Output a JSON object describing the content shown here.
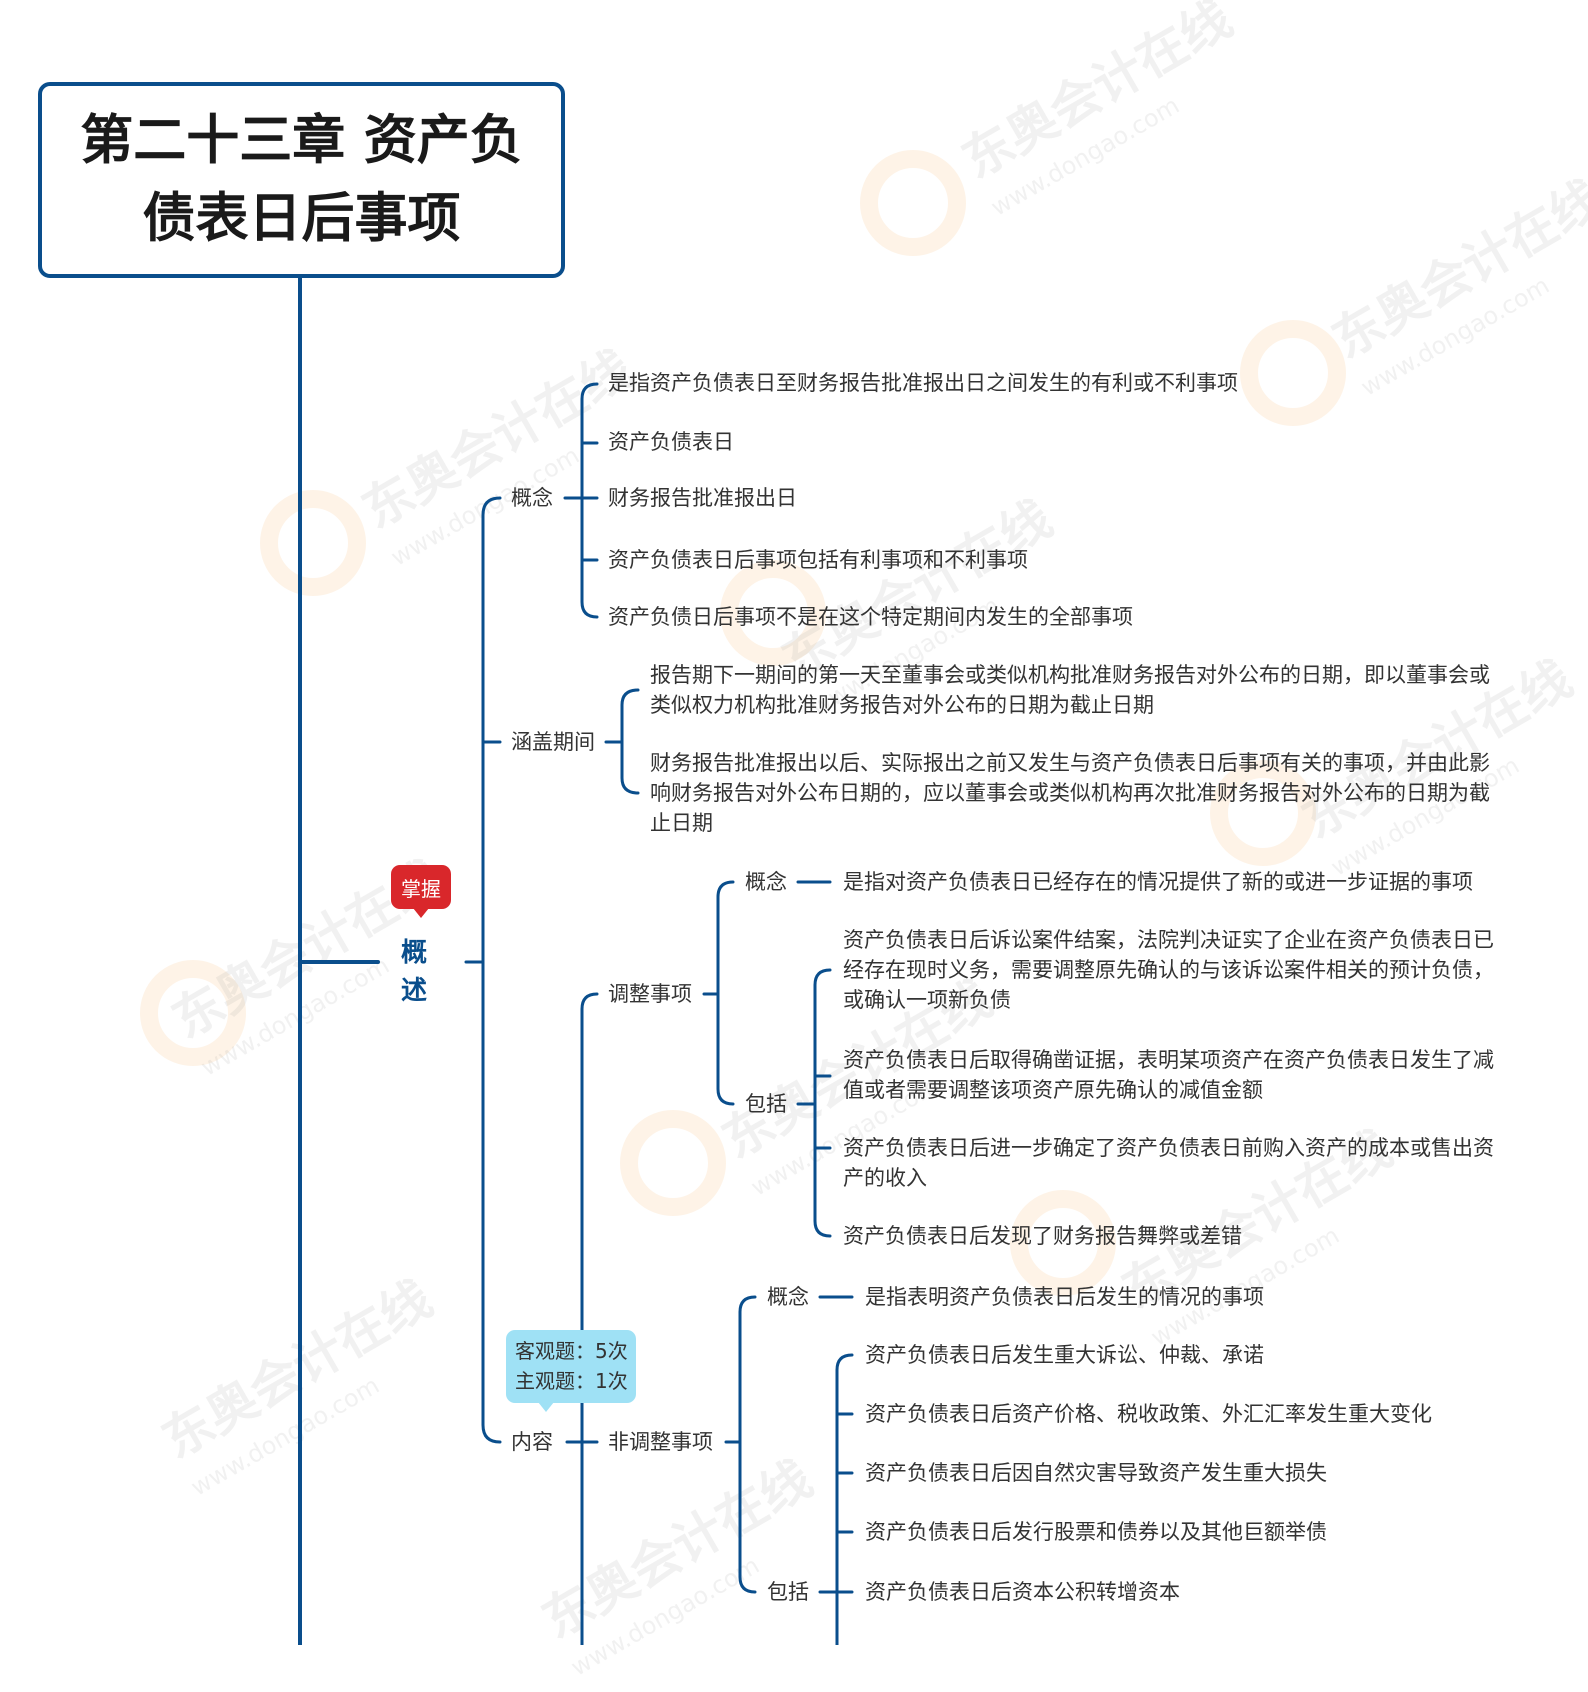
{
  "title": "第二十三章 资产负债表日后事项",
  "section": {
    "label": "概述",
    "badge": "掌握"
  },
  "note": {
    "line1": "客观题：5次",
    "line2": "主观题：1次"
  },
  "branches": {
    "concept": {
      "label": "概念",
      "items": [
        "是指资产负债表日至财务报告批准报出日之间发生的有利或不利事项",
        "资产负债表日",
        "财务报告批准报出日",
        "资产负债表日后事项包括有利事项和不利事项",
        "资产负债日后事项不是在这个特定期间内发生的全部事项"
      ]
    },
    "period": {
      "label": "涵盖期间",
      "items": [
        "报告期下一期间的第一天至董事会或类似机构批准财务报告对外公布的日期，即以董事会或类似权力机构批准财务报告对外公布的日期为截止日期",
        "财务报告批准报出以后、实际报出之前又发生与资产负债表日后事项有关的事项，并由此影响财务报告对外公布日期的，应以董事会或类似机构再次批准财务报告对外公布的日期为截止日期"
      ]
    },
    "content": {
      "label": "内容",
      "adjusting": {
        "label": "调整事项",
        "concept_label": "概念",
        "concept_text": "是指对资产负债表日已经存在的情况提供了新的或进一步证据的事项",
        "include_label": "包括",
        "items": [
          "资产负债表日后诉讼案件结案，法院判决证实了企业在资产负债表日已经存在现时义务，需要调整原先确认的与该诉讼案件相关的预计负债，或确认一项新负债",
          "资产负债表日后取得确凿证据，表明某项资产在资产负债表日发生了减值或者需要调整该项资产原先确认的减值金额",
          "资产负债表日后进一步确定了资产负债表日前购入资产的成本或售出资产的收入",
          "资产负债表日后发现了财务报告舞弊或差错"
        ]
      },
      "non_adjusting": {
        "label": "非调整事项",
        "concept_label": "概念",
        "concept_text": "是指表明资产负债表日后发生的情况的事项",
        "include_label": "包括",
        "items": [
          "资产负债表日后发生重大诉讼、仲裁、承诺",
          "资产负债表日后资产价格、税收政策、外汇汇率发生重大变化",
          "资产负债表日后因自然灾害导致资产发生重大损失",
          "资产负债表日后发行股票和债券以及其他巨额举债",
          "资产负债表日后资本公积转增资本"
        ]
      }
    }
  },
  "watermark": {
    "brand": "东奥会计在线",
    "url": "www.dongao.com"
  },
  "colors": {
    "line": "#0a4e8c",
    "badge": "#d9272b",
    "note": "#9fe1f5"
  }
}
